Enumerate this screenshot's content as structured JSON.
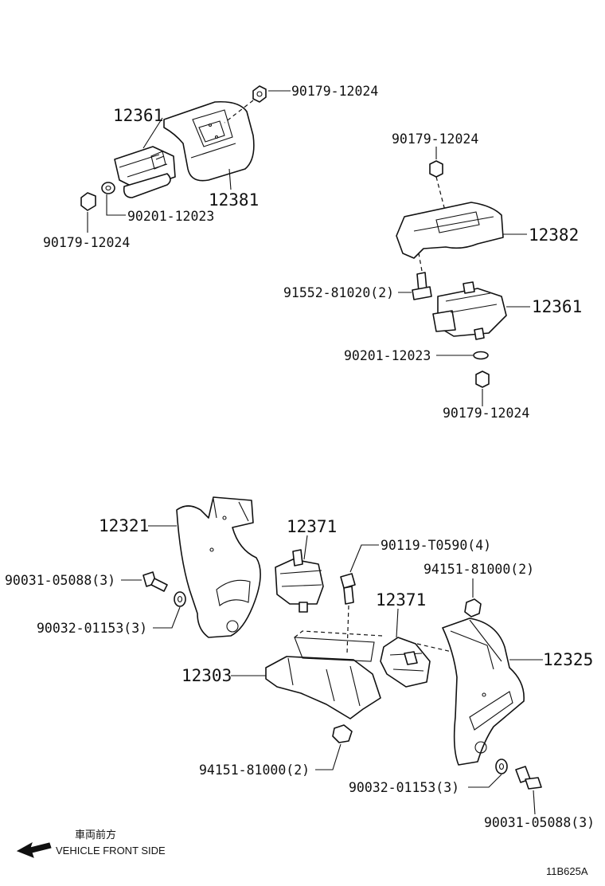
{
  "callouts": {
    "c1": "12361",
    "c2": "90179-12024",
    "c3": "12381",
    "c4": "90201-12023",
    "c5": "90179-12024",
    "c6": "90179-12024",
    "c7": "12382",
    "c8": "91552-81020(2)",
    "c9": "12361",
    "c10": "90201-12023",
    "c11": "90179-12024",
    "c12": "12321",
    "c13": "12371",
    "c14": "90119-T0590(4)",
    "c15": "90031-05088(3)",
    "c16": "94151-81000(2)",
    "c17": "12371",
    "c18": "90032-01153(3)",
    "c19": "12325",
    "c20": "12303",
    "c21": "94151-81000(2)",
    "c22": "90032-01153(3)",
    "c23": "90031-05088(3)"
  },
  "legend": {
    "jp": "車両前方",
    "en": "VEHICLE FRONT SIDE"
  },
  "figure_code": "11B625A"
}
